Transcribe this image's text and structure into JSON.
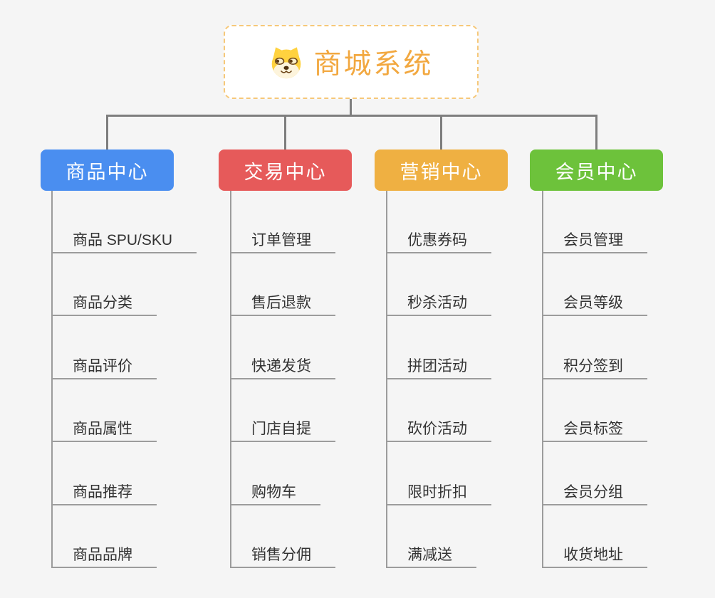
{
  "root": {
    "title": "商城系统",
    "icon": "dog-face-icon",
    "title_color": "#F2A840",
    "border_color": "#F6C879"
  },
  "branches": [
    {
      "label": "商品中心",
      "color": "#4A8EF0",
      "items": [
        "商品 SPU/SKU",
        "商品分类",
        "商品评价",
        "商品属性",
        "商品推荐",
        "商品品牌"
      ]
    },
    {
      "label": "交易中心",
      "color": "#E65A5A",
      "items": [
        "订单管理",
        "售后退款",
        "快递发货",
        "门店自提",
        "购物车",
        "销售分佣"
      ]
    },
    {
      "label": "营销中心",
      "color": "#EFB042",
      "items": [
        "优惠券码",
        "秒杀活动",
        "拼团活动",
        "砍价活动",
        "限时折扣",
        "满减送"
      ]
    },
    {
      "label": "会员中心",
      "color": "#6DC23B",
      "items": [
        "会员管理",
        "会员等级",
        "积分签到",
        "会员标签",
        "会员分组",
        "收货地址"
      ]
    }
  ],
  "colors": {
    "background": "#F5F5F5",
    "connector_line": "#7E7E7E",
    "item_line": "#9C9C9C",
    "item_text": "#333333",
    "node_text": "#FFFFFF"
  }
}
